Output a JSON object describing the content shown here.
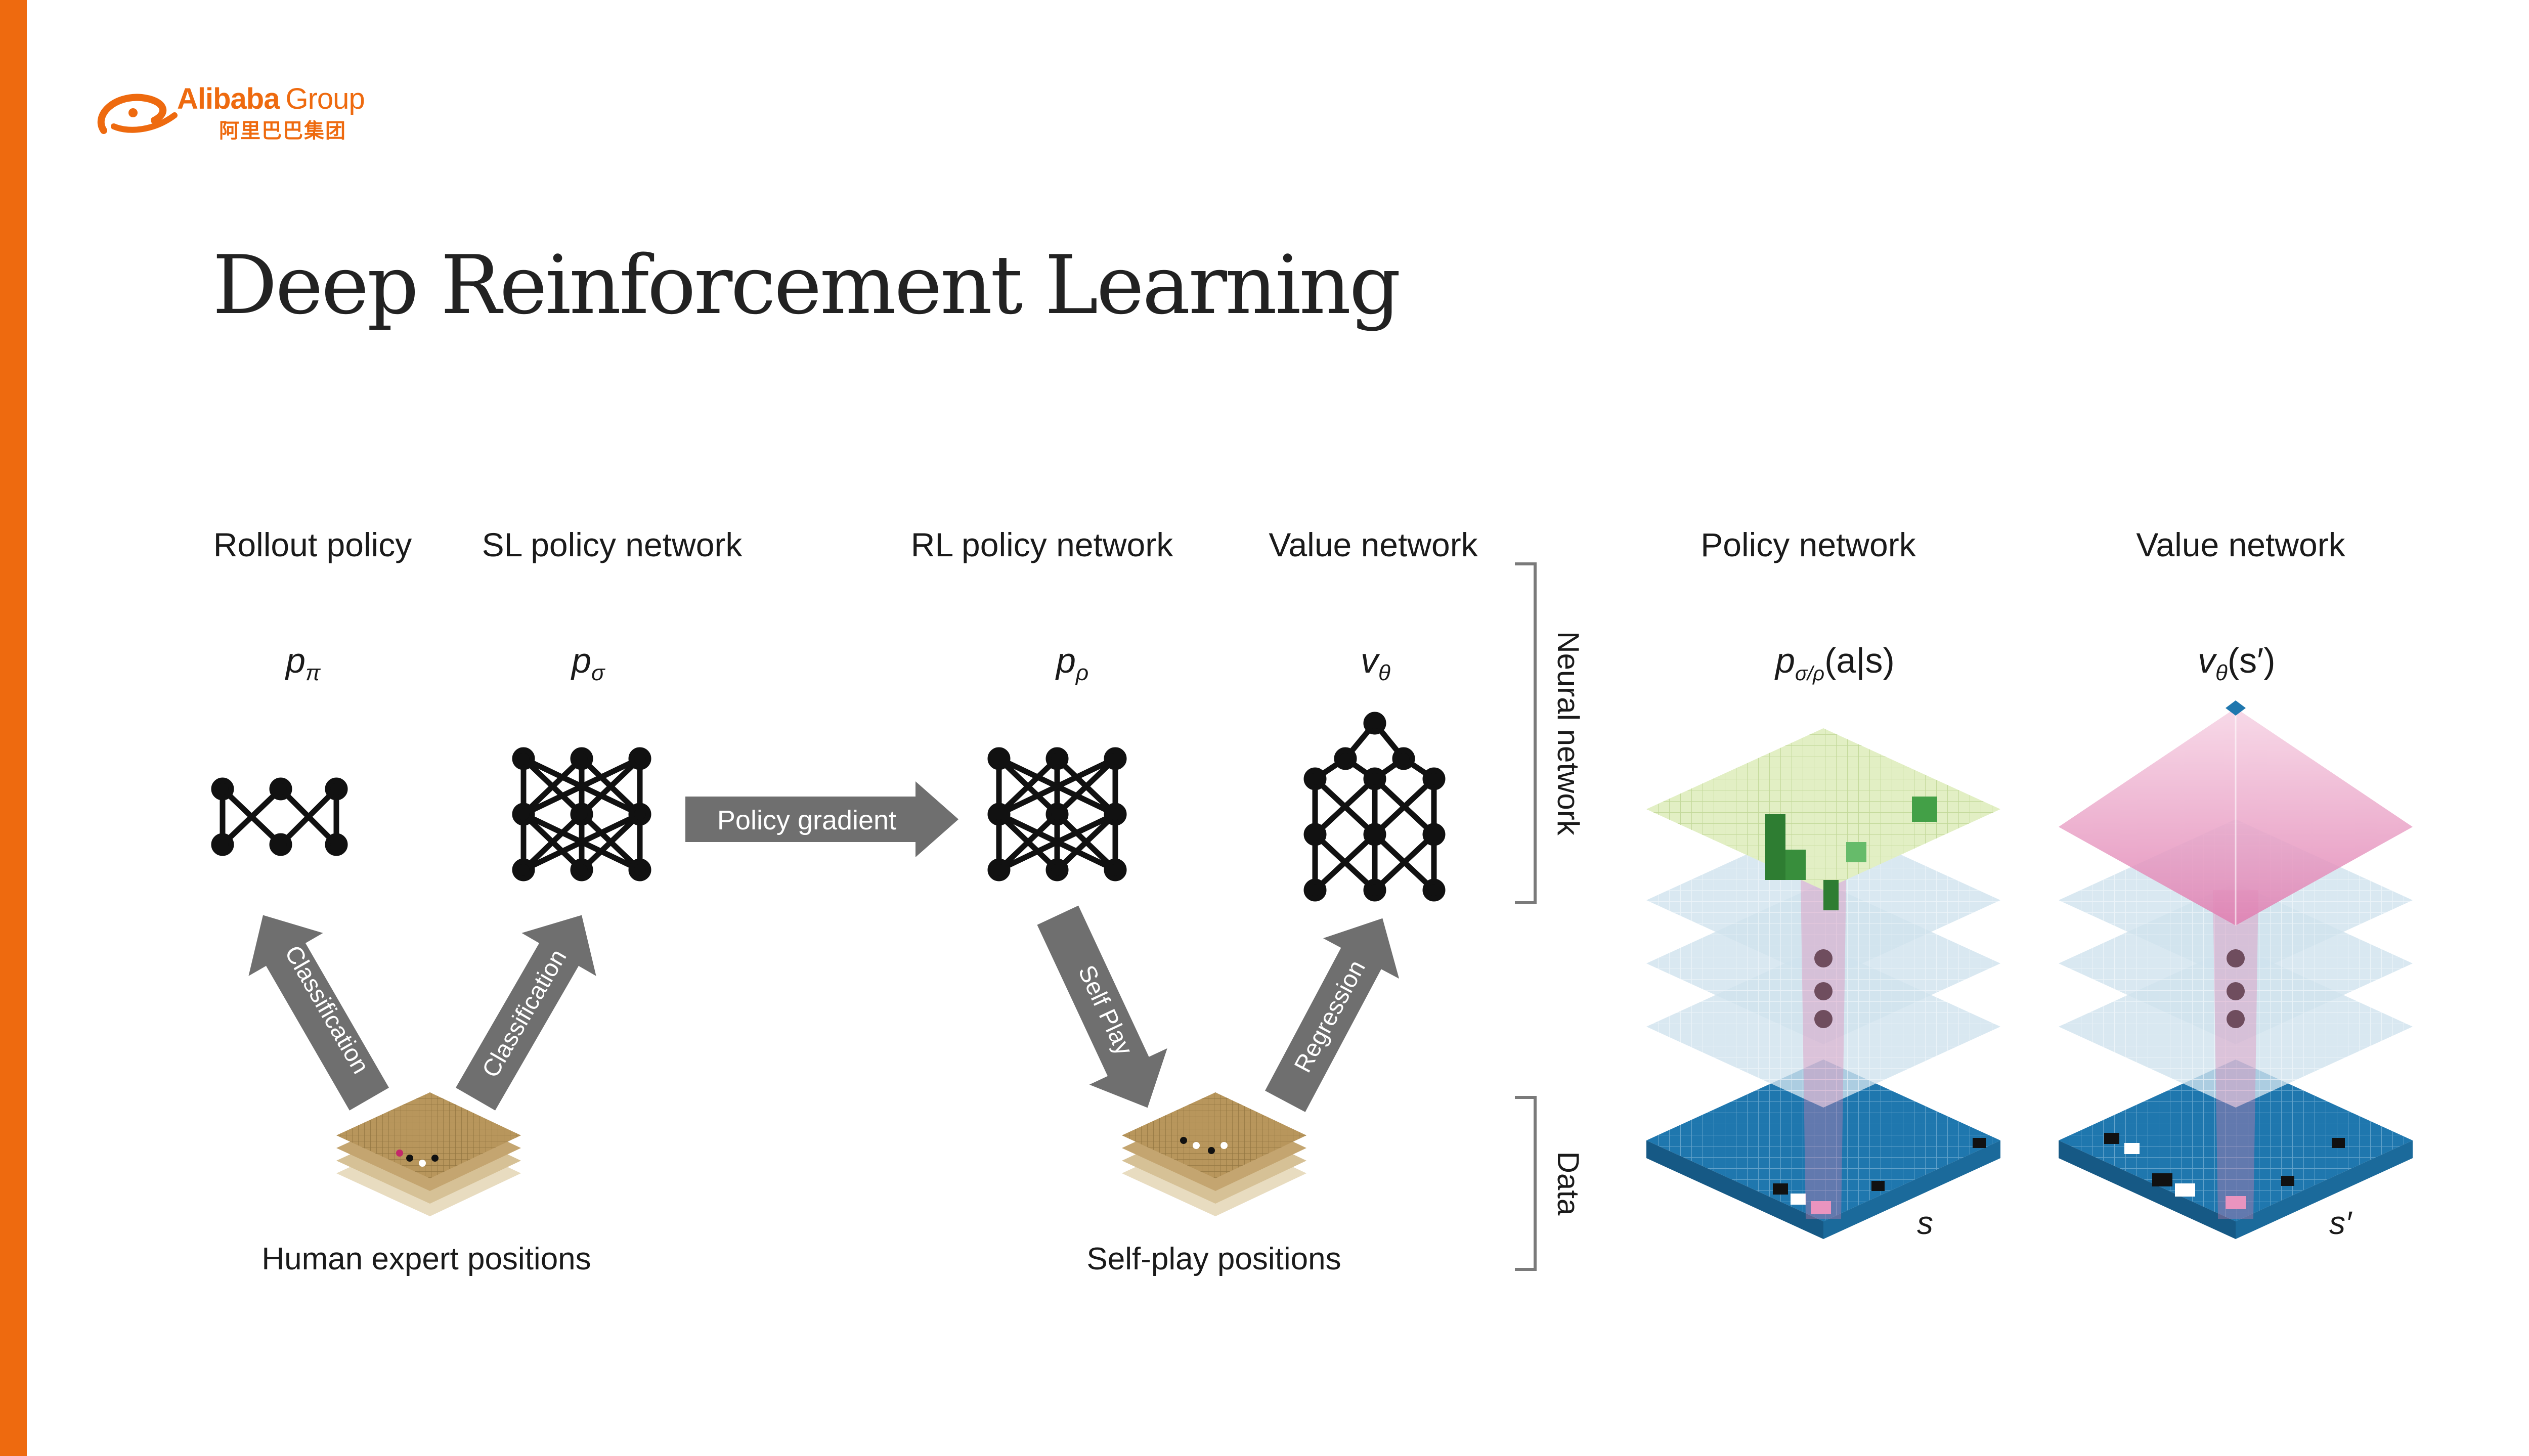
{
  "brand": {
    "name": "Alibaba",
    "group": "Group",
    "chinese": "阿里巴巴集团",
    "accent_color": "#ee6a0f"
  },
  "slide": {
    "title": "Deep Reinforcement Learning"
  },
  "diagram": {
    "column_labels": {
      "rollout": "Rollout policy",
      "sl": "SL policy network",
      "rl": "RL policy network",
      "value": "Value network",
      "policy_net": "Policy network",
      "value_net": "Value network"
    },
    "symbols": {
      "p_pi": "p",
      "p_pi_sub": "π",
      "p_sigma": "p",
      "p_sigma_sub": "σ",
      "p_rho": "p",
      "p_rho_sub": "ρ",
      "v_theta": "v",
      "v_theta_sub": "θ",
      "policy_expr": "p",
      "policy_expr_sub": "σ/ρ",
      "policy_expr_args": "(a|s)",
      "value_expr": "v",
      "value_expr_sub": "θ",
      "value_expr_args": "(s′)"
    },
    "arrows": {
      "policy_gradient": "Policy gradient",
      "classification_left": "Classification",
      "classification_right": "Classification",
      "self_play": "Self Play",
      "regression": "Regression"
    },
    "brackets": {
      "neural_network": "Neural network",
      "data": "Data"
    },
    "datasets": {
      "human": "Human expert positions",
      "selfplay": "Self-play positions"
    },
    "state_labels": {
      "s": "s",
      "s_prime": "s′"
    },
    "colors": {
      "arrow": "#6f6f6f",
      "node": "#111111",
      "board": "#b8965c",
      "data_layer": "#1f77ae",
      "hidden_layer": "#cfe2ee",
      "policy_layer": "#e2efc4",
      "value_layer": "#e99ac0",
      "highlight": "#e07db0"
    }
  }
}
